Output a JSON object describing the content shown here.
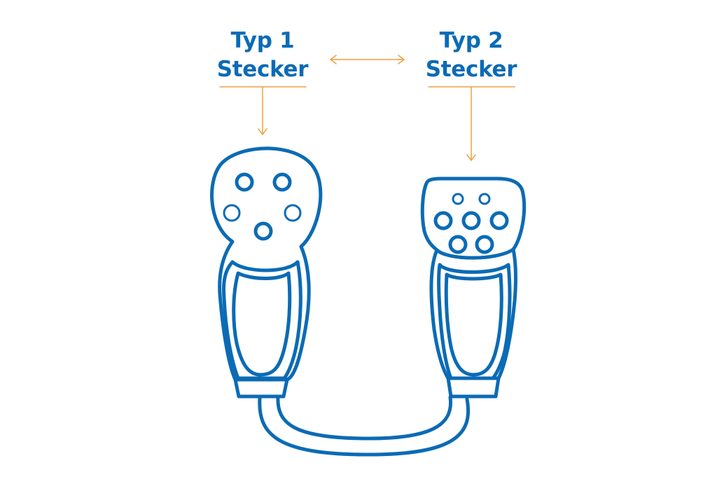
{
  "colors": {
    "connector": "#0b6bb5",
    "annotation": "#f0a040"
  },
  "labels": {
    "typ1": {
      "line1": "Typ 1",
      "line2": "Stecker"
    },
    "typ2": {
      "line1": "Typ 2",
      "line2": "Stecker"
    }
  }
}
